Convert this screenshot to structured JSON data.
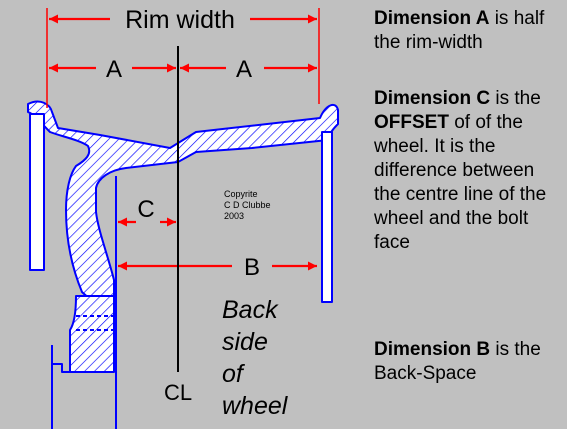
{
  "labels": {
    "rim_width": "Rim width",
    "a_left": "A",
    "a_right": "A",
    "c": "C",
    "b": "B",
    "centre_line": "CL",
    "back_side": [
      "Back",
      "side",
      "of",
      "wheel"
    ],
    "copyright": [
      "Copyrite",
      "C D Clubbe",
      "2003"
    ]
  },
  "notes": {
    "a": {
      "title": "Dimension A",
      "rest": " is half the rim-width"
    },
    "c": {
      "title": "Dimension C",
      "mid": " is the ",
      "offset": "OFFSET",
      "rest": " of of the wheel. It is the difference between the centre line of the wheel and the bolt face"
    },
    "b": {
      "title": "Dimension B",
      "rest": " is the Back-Space"
    }
  },
  "colors": {
    "background": "#c0c0c0",
    "dimension": "#ff0000",
    "outline": "#0000ff",
    "centre_line": "#000000",
    "wheel_fill": "#ffffff"
  }
}
